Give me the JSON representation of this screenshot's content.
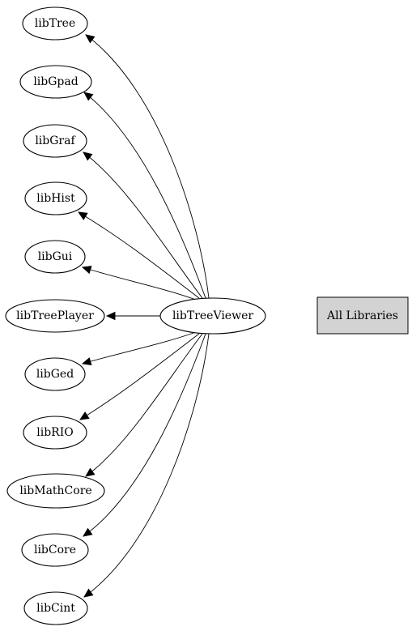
{
  "graph": {
    "center": {
      "id": "libTreeViewer",
      "label": "libTreeViewer"
    },
    "dependencies": [
      {
        "id": "libTree",
        "label": "libTree"
      },
      {
        "id": "libGpad",
        "label": "libGpad"
      },
      {
        "id": "libGraf",
        "label": "libGraf"
      },
      {
        "id": "libHist",
        "label": "libHist"
      },
      {
        "id": "libGui",
        "label": "libGui"
      },
      {
        "id": "libTreePlayer",
        "label": "libTreePlayer"
      },
      {
        "id": "libGed",
        "label": "libGed"
      },
      {
        "id": "libRIO",
        "label": "libRIO"
      },
      {
        "id": "libMathCore",
        "label": "libMathCore"
      },
      {
        "id": "libCore",
        "label": "libCore"
      },
      {
        "id": "libCint",
        "label": "libCint"
      }
    ],
    "all_libraries": {
      "label": "All Libraries"
    },
    "colors": {
      "box_fill": "#d3d3d3",
      "stroke": "#000000",
      "node_fill": "#ffffff"
    }
  }
}
